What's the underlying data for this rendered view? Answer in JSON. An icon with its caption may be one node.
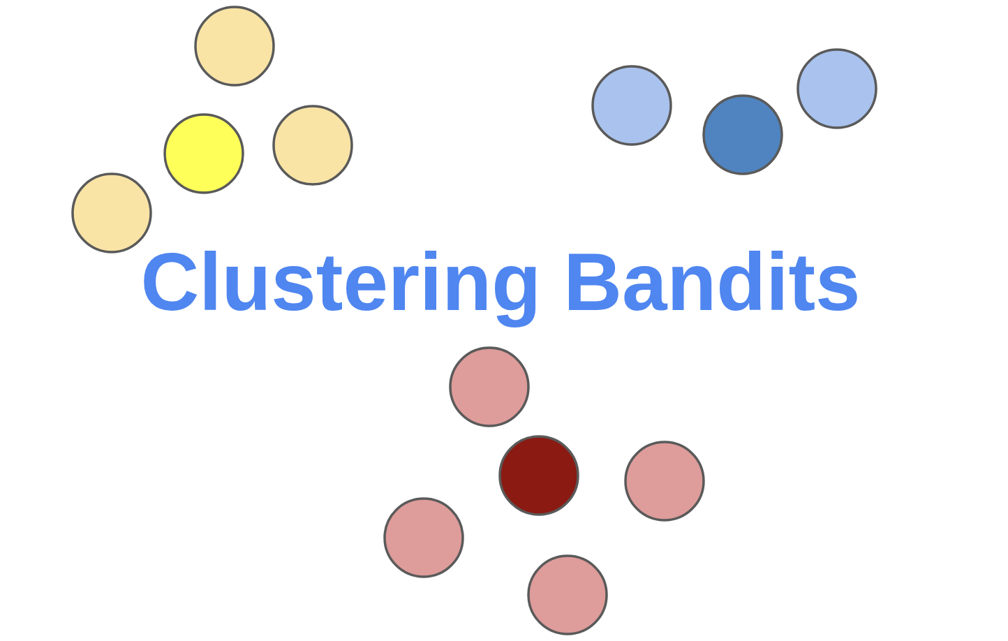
{
  "diagram": {
    "title": "Clustering Bandits",
    "nodes": [
      {
        "text": [],
        "shape": "circle"
      },
      {
        "text": [],
        "shape": "circle"
      },
      {
        "text": [],
        "shape": "circle"
      },
      {
        "text": [],
        "shape": "circle"
      },
      {
        "text": [],
        "shape": "circle"
      },
      {
        "text": [],
        "shape": "circle"
      },
      {
        "text": [],
        "shape": "circle"
      },
      {
        "text": [],
        "shape": "circle"
      },
      {
        "text": [],
        "shape": "circle"
      },
      {
        "text": [],
        "shape": "circle"
      },
      {
        "text": [],
        "shape": "circle"
      },
      {
        "text": [],
        "shape": "circle"
      }
    ]
  }
}
